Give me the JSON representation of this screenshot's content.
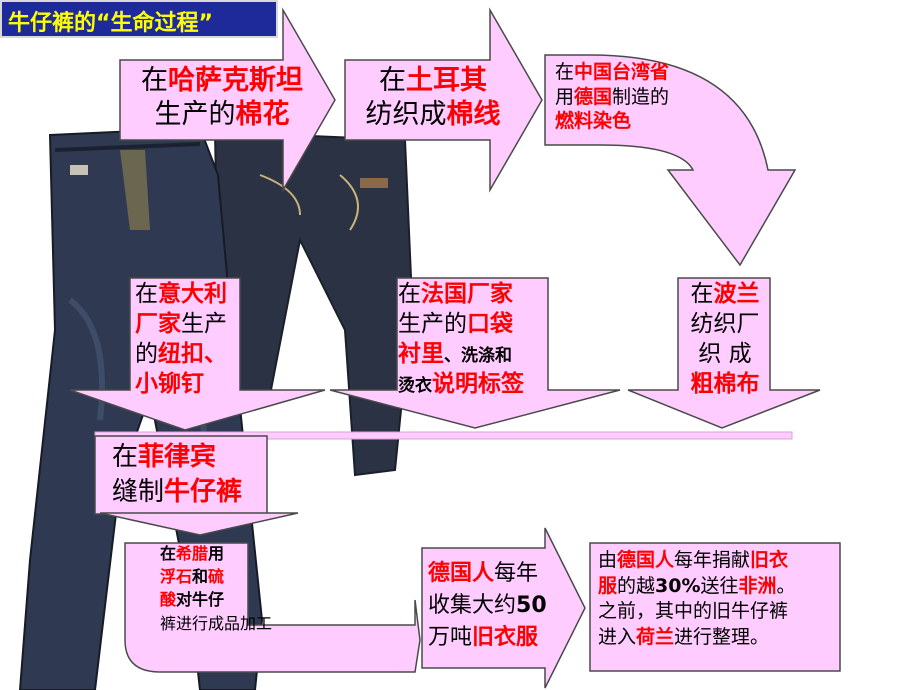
{
  "title": "牛仔裤的“生命过程”",
  "colors": {
    "title_bg": "#1f2a9a",
    "title_text": "#ffff00",
    "shape_fill": "#ffccff",
    "highlight": "#ff0000"
  },
  "steps": [
    {
      "id": "kazakhstan",
      "parts": [
        {
          "t": "在",
          "h": false
        },
        {
          "t": "哈萨克斯坦",
          "h": true
        },
        {
          "t": "生产的",
          "h": false
        },
        {
          "t": "棉花",
          "h": true
        }
      ]
    },
    {
      "id": "turkey",
      "parts": [
        {
          "t": "在",
          "h": false
        },
        {
          "t": "土耳其",
          "h": true
        },
        {
          "t": "纺织成",
          "h": false
        },
        {
          "t": "棉线",
          "h": true
        }
      ]
    },
    {
      "id": "taiwan",
      "parts": [
        {
          "t": "在",
          "h": false
        },
        {
          "t": "中国台湾省",
          "h": true
        },
        {
          "t": "用",
          "h": false
        },
        {
          "t": "德国",
          "h": true
        },
        {
          "t": "制造的",
          "h": false
        },
        {
          "t": "燃料染色",
          "h": true
        }
      ]
    },
    {
      "id": "poland",
      "parts": [
        {
          "t": "在",
          "h": false
        },
        {
          "t": "波兰",
          "h": true
        },
        {
          "t": "纺织厂",
          "h": false
        },
        {
          "t": "织 成",
          "h": false
        },
        {
          "t": "粗棉布",
          "h": true
        }
      ]
    },
    {
      "id": "france",
      "parts": [
        {
          "t": "在",
          "h": false
        },
        {
          "t": "法国厂家",
          "h": true
        },
        {
          "t": "生产的",
          "h": false
        },
        {
          "t": "口袋",
          "h": true
        },
        {
          "t": "衬里",
          "h": true
        },
        {
          "t": "、洗涤和",
          "h": false
        },
        {
          "t": "烫衣",
          "h": false
        },
        {
          "t": "说明标签",
          "h": true
        }
      ]
    },
    {
      "id": "italy",
      "parts": [
        {
          "t": "在",
          "h": false
        },
        {
          "t": "意大利",
          "h": true
        },
        {
          "t": "厂家",
          "h": true
        },
        {
          "t": "生产",
          "h": false
        },
        {
          "t": "的",
          "h": false
        },
        {
          "t": "纽扣、",
          "h": true
        },
        {
          "t": "小铆钉",
          "h": true
        }
      ]
    },
    {
      "id": "philippines",
      "parts": [
        {
          "t": "在",
          "h": false
        },
        {
          "t": "菲律宾",
          "h": true
        },
        {
          "t": "缝制",
          "h": false
        },
        {
          "t": "牛仔裤",
          "h": true
        }
      ]
    },
    {
      "id": "greece",
      "parts": [
        {
          "t": "在",
          "h": false
        },
        {
          "t": "希腊",
          "h": true
        },
        {
          "t": "用",
          "h": false
        },
        {
          "t": "浮石",
          "h": true
        },
        {
          "t": "和",
          "h": false
        },
        {
          "t": "硫",
          "h": true
        },
        {
          "t": "酸",
          "h": true
        },
        {
          "t": "对牛仔",
          "h": false
        },
        {
          "t": "裤进行成品加工",
          "h": false
        }
      ]
    },
    {
      "id": "germany",
      "parts": [
        {
          "t": "德国人",
          "h": true
        },
        {
          "t": "每年",
          "h": false
        },
        {
          "t": "收集大约",
          "h": false
        },
        {
          "t": "50",
          "h": false
        },
        {
          "t": "万吨",
          "h": false
        },
        {
          "t": "旧衣服",
          "h": true
        }
      ]
    },
    {
      "id": "africa",
      "parts": [
        {
          "t": "由",
          "h": false
        },
        {
          "t": "德国人",
          "h": true
        },
        {
          "t": "每年捐献",
          "h": false
        },
        {
          "t": "旧衣",
          "h": true
        },
        {
          "t": "服",
          "h": true
        },
        {
          "t": "的越",
          "h": false
        },
        {
          "t": "30%",
          "h": false
        },
        {
          "t": "送往",
          "h": false
        },
        {
          "t": "非洲",
          "h": true
        },
        {
          "t": "。",
          "h": false
        },
        {
          "t": "之前，其中的旧牛仔裤",
          "h": false
        },
        {
          "t": "进入",
          "h": false
        },
        {
          "t": "荷兰",
          "h": true
        },
        {
          "t": "进行整理。",
          "h": false
        }
      ]
    }
  ]
}
